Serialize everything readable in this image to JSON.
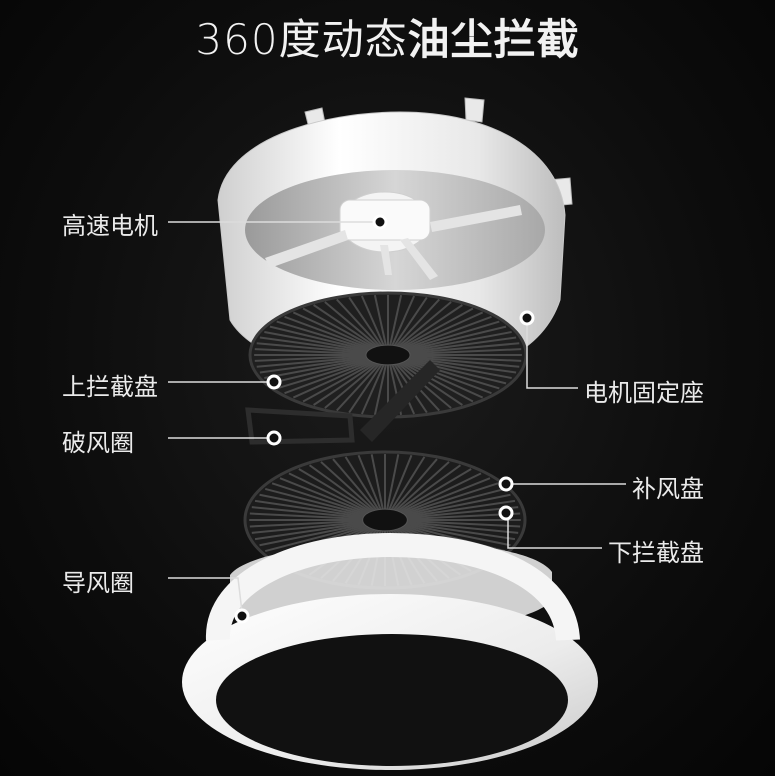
{
  "title": {
    "light": "360度动态",
    "bold": "油尘拦截"
  },
  "parts": {
    "motor": "高速电机",
    "upper_disc": "上拦截盘",
    "breaker_ring": "破风圈",
    "guide_ring": "导风圈",
    "motor_mount": "电机固定座",
    "supplement_disc": "补风盘",
    "lower_disc": "下拦截盘"
  },
  "colors": {
    "background": "#0d0d0d",
    "text": "#eaeaea",
    "housing": "#f0f0f0",
    "grille": "#1a1a1a"
  }
}
